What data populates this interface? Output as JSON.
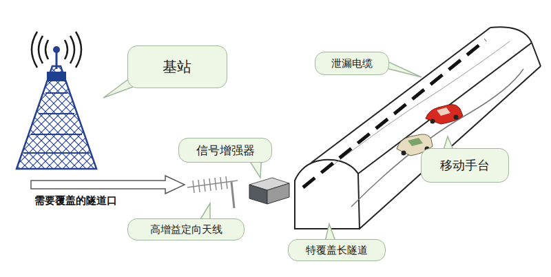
{
  "diagram": {
    "nodes": [
      {
        "text": [
          "基站"
        ]
      },
      {
        "text": [
          "泄漏电缆"
        ]
      },
      {
        "text": [
          "信号增强器"
        ]
      },
      {
        "text": [
          "移动手台"
        ]
      },
      {
        "text": [
          "高增益定向天线"
        ]
      },
      {
        "text": [
          "特覆盖长隧道"
        ]
      }
    ],
    "labels": [
      "需要覆盖的隧道口"
    ]
  }
}
